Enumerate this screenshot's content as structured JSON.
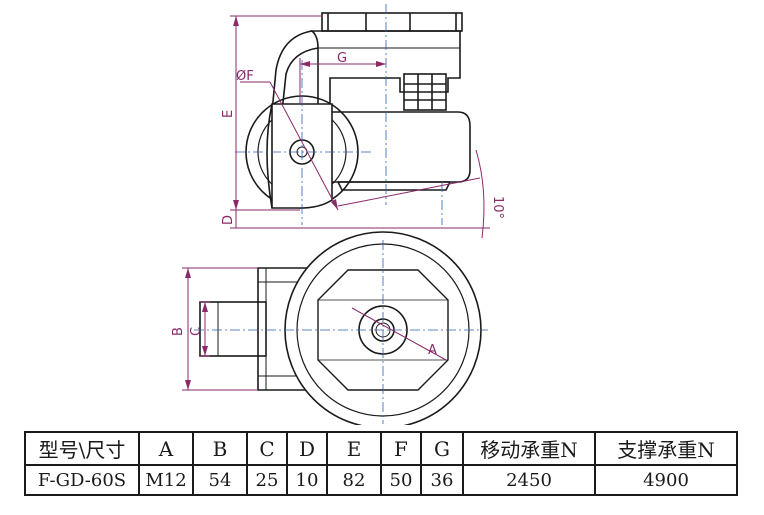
{
  "drawing": {
    "dimension_labels": {
      "phi_f": "ØF",
      "g": "G",
      "e": "E",
      "d": "D",
      "angle": "10°",
      "b": "B",
      "c": "C",
      "a": "A"
    },
    "colors": {
      "outline": "#1a1a1a",
      "dimension": "#8a2a6a",
      "centerline": "#3060b0"
    }
  },
  "spec_table": {
    "headers": [
      "型号\\尺寸",
      "A",
      "B",
      "C",
      "D",
      "E",
      "F",
      "G",
      "移动承重N",
      "支撑承重N"
    ],
    "rows": [
      [
        "F-GD-60S",
        "M12",
        "54",
        "25",
        "10",
        "82",
        "50",
        "36",
        "2450",
        "4900"
      ]
    ]
  }
}
